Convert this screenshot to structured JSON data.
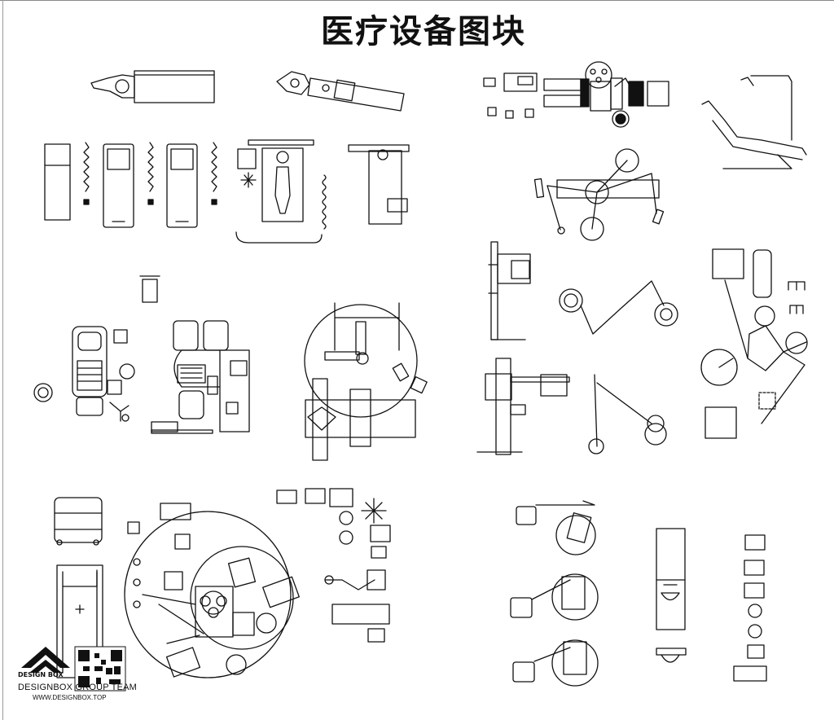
{
  "title": "医疗设备图块",
  "watermark": {
    "brand": "DESIGN BOX",
    "team": "DESIGNBOX GROUP TEAM",
    "site": "WWW.DESIGNBOX.TOP"
  },
  "colors": {
    "line": "#111111",
    "background": "#ffffff",
    "frame": "#9a9a9a"
  }
}
